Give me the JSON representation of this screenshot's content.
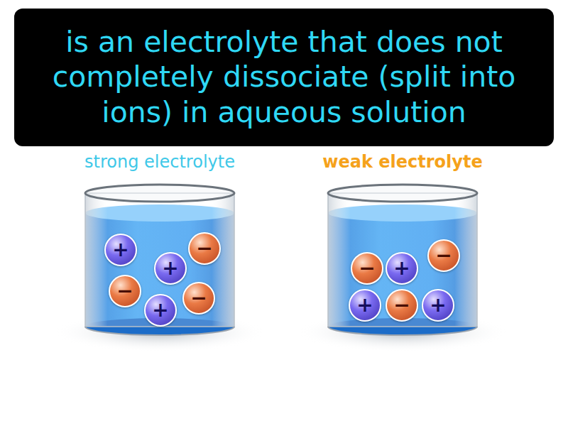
{
  "diagram": {
    "title": "is an electrolyte that does not completely dissociate (split into ions) in aqueous solution",
    "nodes": [
      {
        "text": [
          "strong electrolyte"
        ]
      },
      {
        "text": [
          "+"
        ],
        "in": 0
      },
      {
        "text": [
          "−"
        ],
        "in": 0
      },
      {
        "text": [
          "+"
        ],
        "in": 0
      },
      {
        "text": [
          "−"
        ],
        "in": 0
      },
      {
        "text": [
          "−"
        ],
        "in": 0
      },
      {
        "text": [
          "+"
        ],
        "in": 0
      },
      {
        "text": [
          "weak electrolyte"
        ]
      },
      {
        "text": [
          "−"
        ],
        "in": 7
      },
      {
        "text": [
          "−"
        ],
        "in": 7
      },
      {
        "text": [
          "+"
        ],
        "in": 7
      },
      {
        "text": [
          "+"
        ],
        "in": 7
      },
      {
        "text": [
          "−"
        ],
        "in": 7
      },
      {
        "text": [
          "+"
        ],
        "in": 7
      }
    ]
  }
}
